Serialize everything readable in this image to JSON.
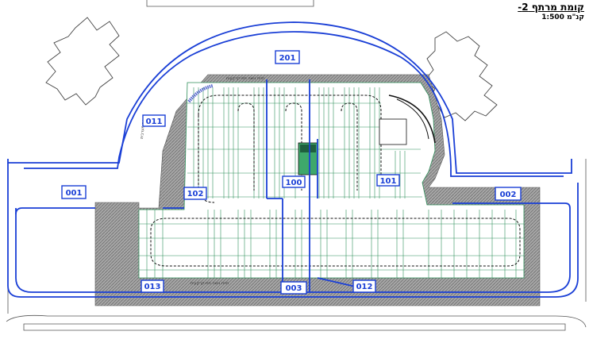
{
  "title": "קומת מרתף 2-",
  "scale": "קנ\"מ 1:500",
  "colors": {
    "blue": "#1a3fd6",
    "green": "#2f8f5a",
    "hatch": "#8a8a8a",
    "line": "#222222"
  },
  "zones": [
    "201",
    "011",
    "001",
    "102",
    "100",
    "101",
    "002",
    "013",
    "003",
    "012"
  ],
  "notes": {
    "top": "חזית גישה תת-קרקעית",
    "side": "חזית מערבית",
    "bottom": "חזית גישה תת-קרקעית"
  }
}
